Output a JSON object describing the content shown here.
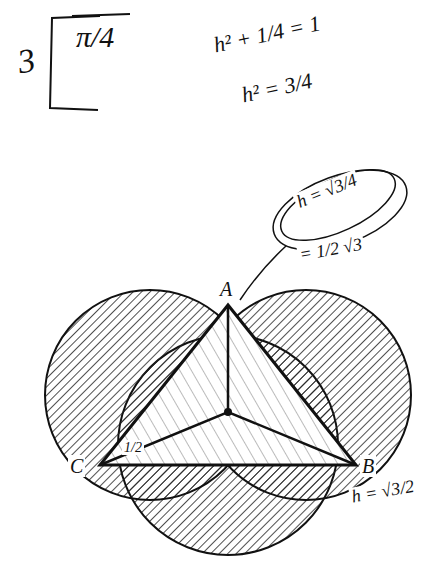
{
  "diagram": {
    "labels": [
      "3",
      "π/4",
      "h² + 1/4 = 1",
      "h² = 3/4",
      "h = √3/4",
      "= 1/2 √3",
      "A",
      "C",
      "B",
      "1/2",
      "h = √3/2"
    ]
  }
}
